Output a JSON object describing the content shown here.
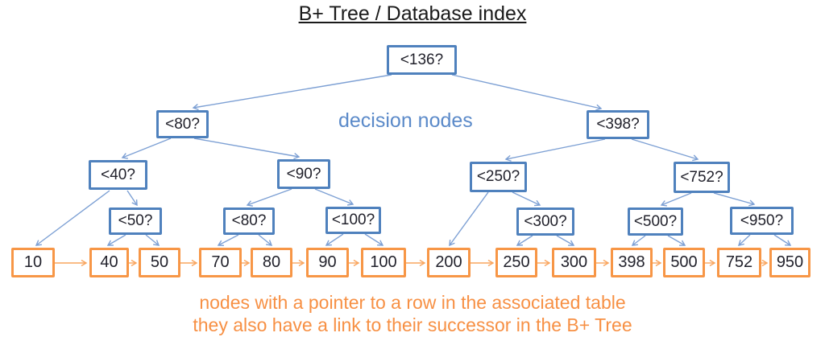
{
  "title": "B+ Tree / Database index",
  "labels": {
    "decision_nodes_label": "decision nodes",
    "caption_line1": "nodes with a pointer to a row in the associated table",
    "caption_line2": "they also have a link to their successor in the B+ Tree"
  },
  "colors": {
    "decision_node_border": "#4F81BD",
    "decision_edge": "#7DA0D4",
    "leaf_node_border": "#F79646",
    "successor_edge": "#F9A55E",
    "decision_label_text": "#5B8AC9",
    "caption_text": "#F79044",
    "node_text": "#22222C",
    "title_text": "#1A1A1A",
    "background": "#FFFFFF"
  },
  "tree": {
    "decision_nodes": [
      {
        "id": "D0",
        "label": "<136?",
        "children": [
          "D1",
          "D2"
        ]
      },
      {
        "id": "D1",
        "label": "<80?",
        "children": [
          "D3",
          "D4"
        ]
      },
      {
        "id": "D2",
        "label": "<398?",
        "children": [
          "D5",
          "D6"
        ]
      },
      {
        "id": "D3",
        "label": "<40?",
        "children": [
          "L0",
          "D7"
        ]
      },
      {
        "id": "D4",
        "label": "<90?",
        "children": [
          "D8",
          "D9"
        ]
      },
      {
        "id": "D5",
        "label": "<250?",
        "children": [
          "L7",
          "D10"
        ]
      },
      {
        "id": "D6",
        "label": "<752?",
        "children": [
          "D11",
          "D12"
        ]
      },
      {
        "id": "D7",
        "label": "<50?",
        "children": [
          "L1",
          "L2"
        ]
      },
      {
        "id": "D8",
        "label": "<80?",
        "children": [
          "L3",
          "L4"
        ]
      },
      {
        "id": "D9",
        "label": "<100?",
        "children": [
          "L5",
          "L6"
        ]
      },
      {
        "id": "D10",
        "label": "<300?",
        "children": [
          "L8",
          "L9"
        ]
      },
      {
        "id": "D11",
        "label": "<500?",
        "children": [
          "L10",
          "L11"
        ]
      },
      {
        "id": "D12",
        "label": "<950?",
        "children": [
          "L12",
          "L13"
        ]
      }
    ],
    "leaf_nodes": [
      {
        "id": "L0",
        "value": "10"
      },
      {
        "id": "L1",
        "value": "40"
      },
      {
        "id": "L2",
        "value": "50"
      },
      {
        "id": "L3",
        "value": "70"
      },
      {
        "id": "L4",
        "value": "80"
      },
      {
        "id": "L5",
        "value": "90"
      },
      {
        "id": "L6",
        "value": "100"
      },
      {
        "id": "L7",
        "value": "200"
      },
      {
        "id": "L8",
        "value": "250"
      },
      {
        "id": "L9",
        "value": "300"
      },
      {
        "id": "L10",
        "value": "398"
      },
      {
        "id": "L11",
        "value": "500"
      },
      {
        "id": "L12",
        "value": "752"
      },
      {
        "id": "L13",
        "value": "950"
      }
    ],
    "successor_chain": [
      "10",
      "40",
      "50",
      "70",
      "80",
      "90",
      "100",
      "200",
      "250",
      "300",
      "398",
      "500",
      "752",
      "950"
    ]
  }
}
